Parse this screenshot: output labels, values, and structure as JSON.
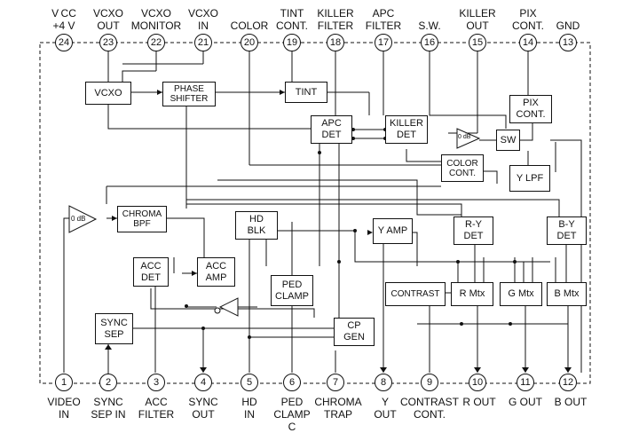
{
  "top_pins": [
    {
      "num": "24",
      "label": "V CC\n+4 V"
    },
    {
      "num": "23",
      "label": "VCXO\nOUT"
    },
    {
      "num": "22",
      "label": "VCXO\nMONITOR"
    },
    {
      "num": "21",
      "label": "VCXO\nIN"
    },
    {
      "num": "20",
      "label": "COLOR"
    },
    {
      "num": "19",
      "label": "TINT\nCONT."
    },
    {
      "num": "18",
      "label": "KILLER\nFILTER"
    },
    {
      "num": "17",
      "label": "APC\nFILTER"
    },
    {
      "num": "16",
      "label": "S.W."
    },
    {
      "num": "15",
      "label": "KILLER\nOUT"
    },
    {
      "num": "14",
      "label": "PIX\nCONT."
    },
    {
      "num": "13",
      "label": "GND"
    }
  ],
  "bottom_pins": [
    {
      "num": "1",
      "label": "VIDEO\nIN"
    },
    {
      "num": "2",
      "label": "SYNC\nSEP IN"
    },
    {
      "num": "3",
      "label": "ACC\nFILTER"
    },
    {
      "num": "4",
      "label": "SYNC\nOUT"
    },
    {
      "num": "5",
      "label": "HD\nIN"
    },
    {
      "num": "6",
      "label": "PED\nCLAMP\nC"
    },
    {
      "num": "7",
      "label": "CHROMA\nTRAP"
    },
    {
      "num": "8",
      "label": "Y\nOUT"
    },
    {
      "num": "9",
      "label": "CONTRAST\nCONT."
    },
    {
      "num": "10",
      "label": "R OUT"
    },
    {
      "num": "11",
      "label": "G OUT"
    },
    {
      "num": "12",
      "label": "B OUT"
    }
  ],
  "blocks": {
    "vcxo": "VCXO",
    "phase_shifter": "PHASE\nSHIFTER",
    "tint": "TINT",
    "apc_det": "APC\nDET",
    "killer_det": "KILLER\nDET",
    "pix_cont": "PIX\nCONT.",
    "sw": "SW",
    "color_cont": "COLOR\nCONT.",
    "y_lpf": "Y LPF",
    "chroma_bpf": "CHROMA\nBPF",
    "hd_blk": "HD\nBLK",
    "y_amp": "Y AMP",
    "ry_det": "R-Y\nDET",
    "by_det": "B-Y\nDET",
    "acc_det": "ACC\nDET",
    "acc_amp": "ACC\nAMP",
    "ped_clamp": "PED\nCLAMP",
    "contrast": "CONTRAST",
    "r_mtx": "R Mtx",
    "g_mtx": "G Mtx",
    "b_mtx": "B Mtx",
    "sync_sep": "SYNC\nSEP",
    "cp_gen": "CP\nGEN"
  },
  "amplifiers": {
    "input_amp_gain": "0 dB",
    "sw_amp_gain": "0 dB"
  }
}
